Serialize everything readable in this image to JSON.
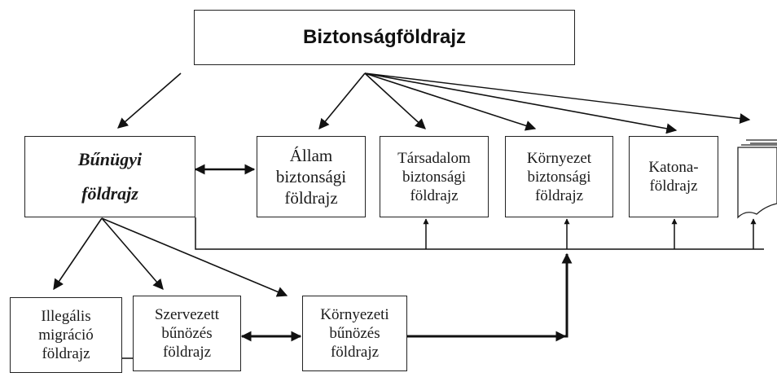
{
  "title": "Biztonságföldrajz",
  "crime_geography": [
    "Bűnügyi",
    "földrajz"
  ],
  "security_branches": [
    [
      "Állam",
      "biztonsági",
      "földrajz"
    ],
    [
      "Társadalom",
      "biztonsági",
      "földrajz"
    ],
    [
      "Környezet",
      "biztonsági",
      "földrajz"
    ],
    [
      "Katona-",
      "földrajz"
    ]
  ],
  "crime_subfields": [
    [
      "Illegális",
      "migráció",
      "földrajz"
    ],
    [
      "Szervezett",
      "bűnözés",
      "földrajz"
    ],
    [
      "Környezeti",
      "bűnözés",
      "földrajz"
    ]
  ],
  "colors": {
    "line": "#111111",
    "border": "#222222",
    "background": "#ffffff"
  }
}
